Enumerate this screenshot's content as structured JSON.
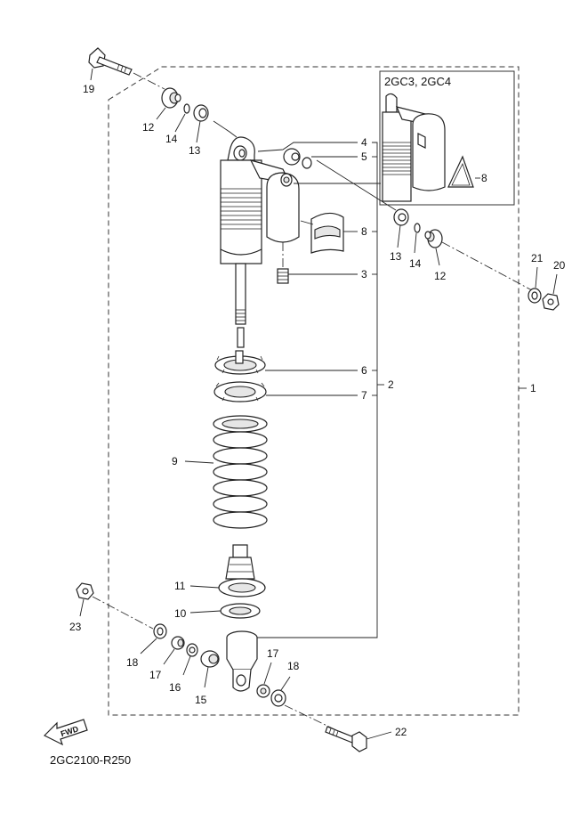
{
  "diagram_code": "2GC2100-R250",
  "inset_models": "2GC3, 2GC4",
  "fwd_badge": "FWD",
  "callouts": {
    "c1": "1",
    "c2": "2",
    "c3": "3",
    "c4": "4",
    "c5": "5",
    "c6": "6",
    "c7": "7",
    "c8": "8",
    "c8_inset": "8",
    "c9": "9",
    "c10": "10",
    "c11": "11",
    "c12_top": "12",
    "c12_right": "12",
    "c13_top": "13",
    "c13_right": "13",
    "c14_top": "14",
    "c14_right": "14",
    "c15": "15",
    "c16": "16",
    "c17_left": "17",
    "c17_right": "17",
    "c18_left": "18",
    "c18_right": "18",
    "c19": "19",
    "c20": "20",
    "c21": "21",
    "c22": "22",
    "c23": "23"
  }
}
